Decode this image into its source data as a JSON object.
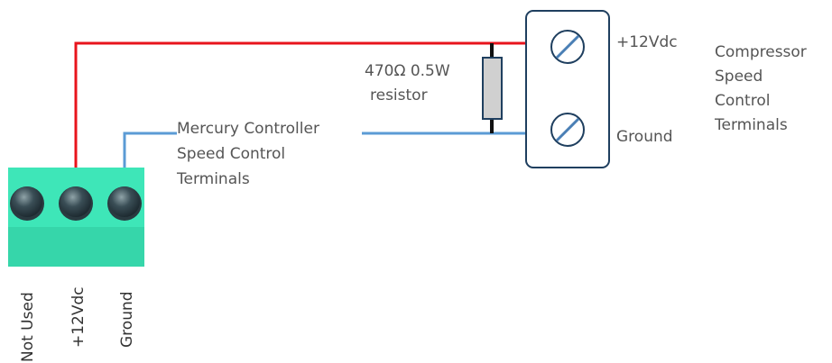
{
  "colors": {
    "positive_wire": "#e8141c",
    "ground_wire": "#5b9bd5",
    "terminal_block": "#3ee6b8",
    "box_stroke": "#1f3f5f",
    "resistor_fill": "#d0d0d0",
    "text": "#555555"
  },
  "compressor": {
    "labels": [
      "Compressor",
      "Speed",
      "Control",
      "Terminals"
    ],
    "terminal_top_label": "+12Vdc",
    "terminal_bottom_label": "Ground"
  },
  "resistor": {
    "line1": "470Ω 0.5W",
    "line2": "resistor"
  },
  "controller": {
    "labels": [
      "Mercury Controller",
      "Speed Control",
      "Terminals"
    ],
    "pins": [
      {
        "label": "Not Used",
        "icon": "screw-terminal-icon"
      },
      {
        "label": "+12Vdc",
        "icon": "screw-terminal-icon"
      },
      {
        "label": "Ground",
        "icon": "screw-terminal-icon"
      }
    ]
  }
}
